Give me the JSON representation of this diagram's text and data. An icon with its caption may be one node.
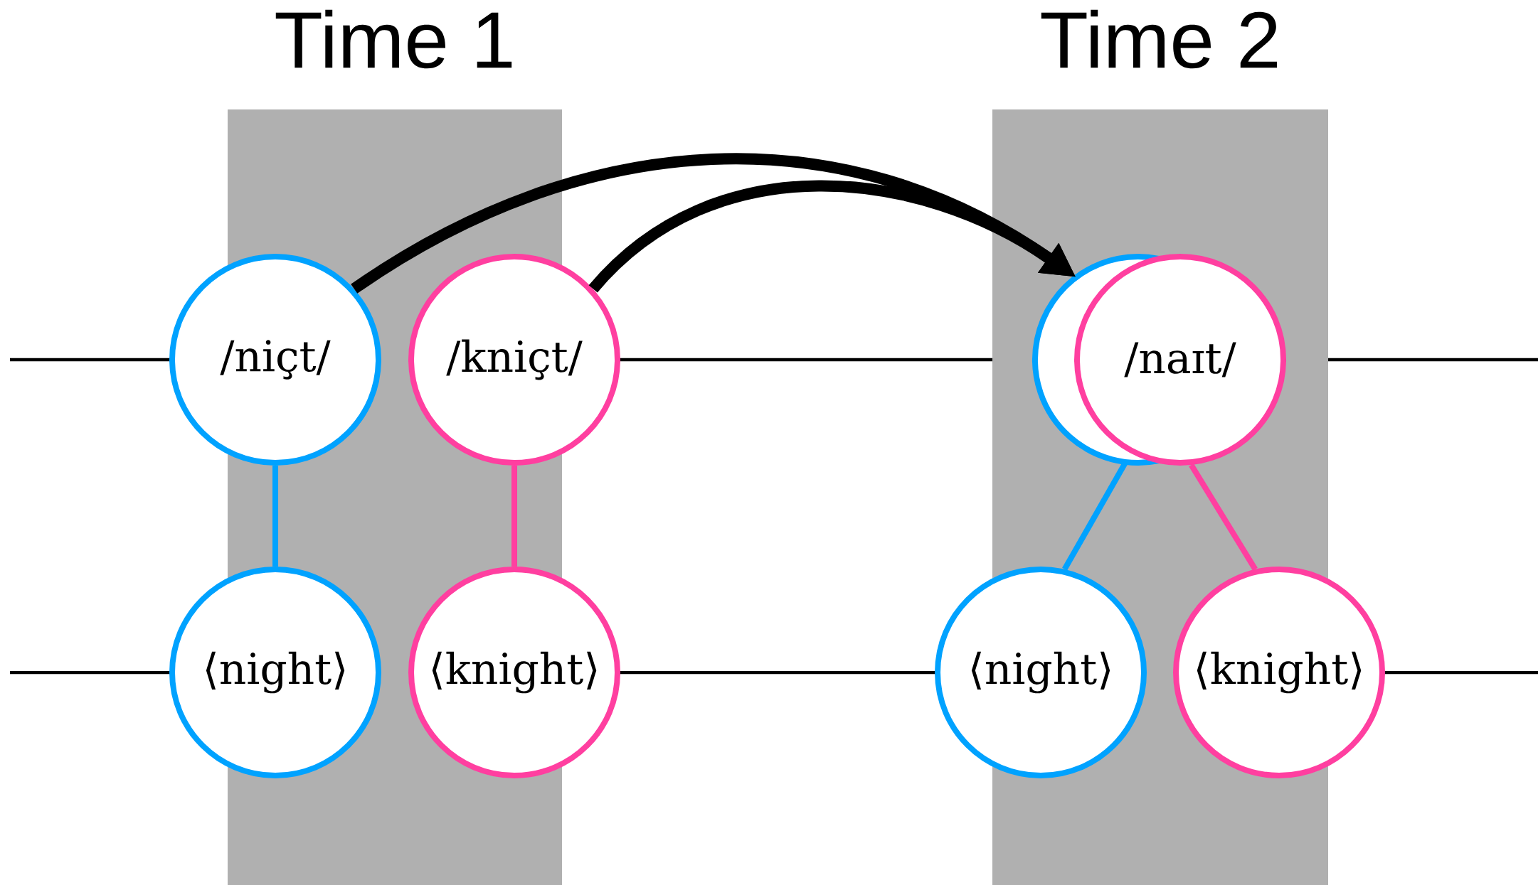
{
  "diagram": {
    "nodes": [
      {
        "text": [
          "/niçt/"
        ]
      },
      {
        "text": [
          "/kniçt/"
        ]
      },
      {
        "text": [
          "⟨night⟩"
        ]
      },
      {
        "text": [
          "⟨knight⟩"
        ]
      },
      {
        "text": [],
        "shape": "circle"
      },
      {
        "text": [
          "/naɪt/"
        ]
      },
      {
        "text": [
          "⟨night⟩"
        ]
      },
      {
        "text": [
          "⟨knight⟩"
        ]
      }
    ],
    "edges": [
      {
        "from": 0,
        "to": 2,
        "arrow": "none",
        "color": "#00a2ff"
      },
      {
        "from": 1,
        "to": 3,
        "arrow": "none",
        "color": "#ff3fa0"
      },
      {
        "from": 4,
        "to": 6,
        "arrow": "none",
        "color": "#00a2ff"
      },
      {
        "from": 5,
        "to": 7,
        "arrow": "none",
        "color": "#ff3fa0"
      },
      {
        "from": 0,
        "to": 4,
        "arrow": "to",
        "style": "thick",
        "color": "#000000"
      },
      {
        "from": 1,
        "to": 4,
        "arrow": "to",
        "style": "thick",
        "color": "#000000"
      }
    ],
    "labels": [
      "Time 1",
      "Time 2"
    ]
  }
}
